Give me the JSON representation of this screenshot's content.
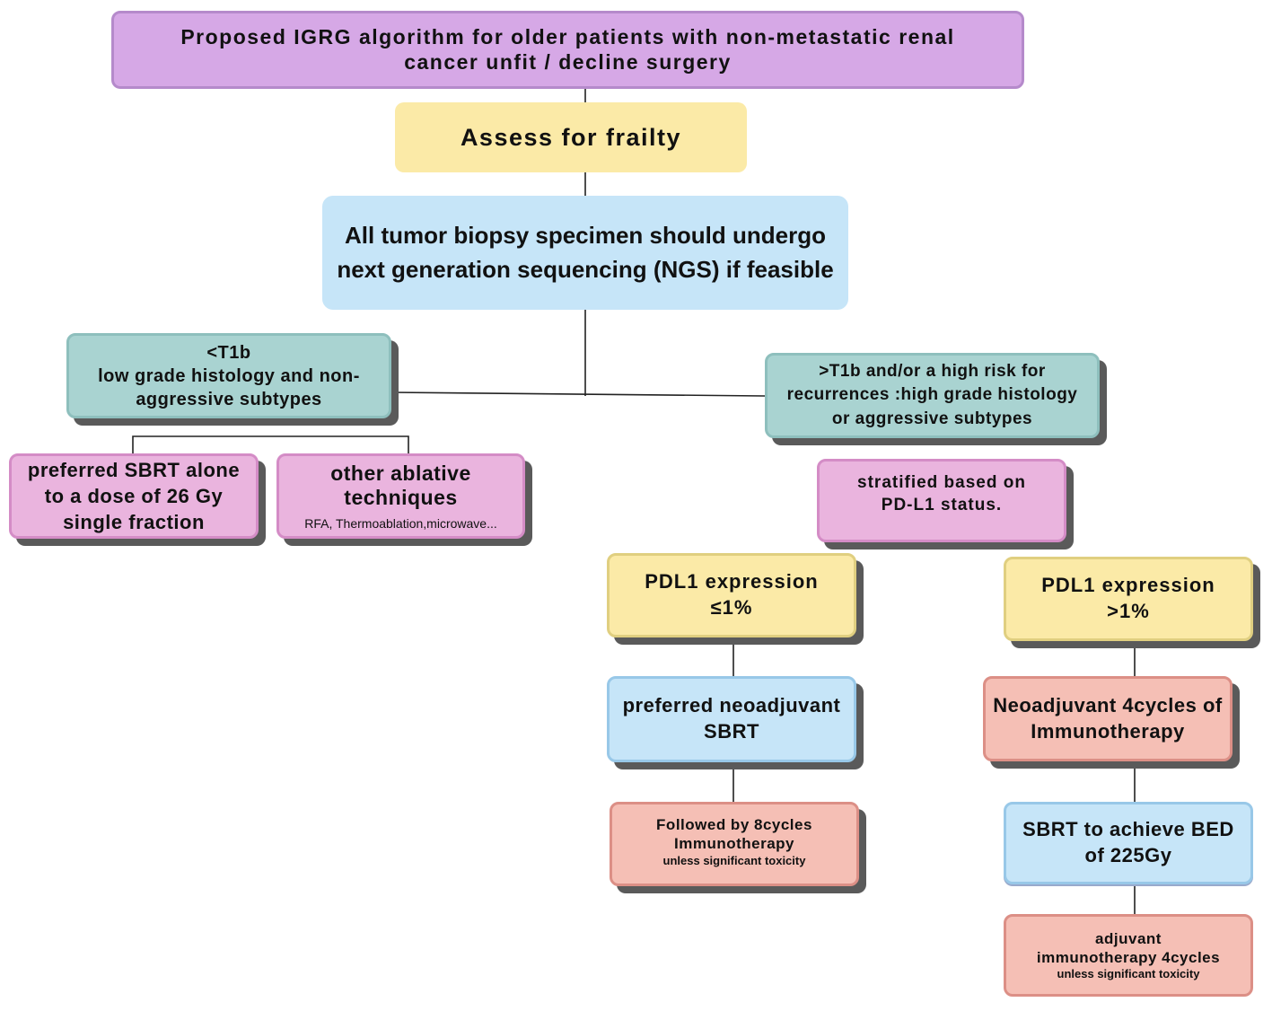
{
  "title": {
    "line1": "Proposed IGRG algorithm for older patients with non-metastatic renal",
    "line2": "cancer unfit / decline surgery"
  },
  "assess": "Assess for frailty",
  "ngs": "All tumor biopsy specimen should undergo next generation sequencing (NGS) if feasible",
  "left_branch": {
    "heading": "<T1b",
    "text": "low grade histology and non-aggressive subtypes",
    "sbrt": "preferred SBRT alone to a dose of 26 Gy single fraction",
    "ablative": "other ablative techniques",
    "ablative_examples": "RFA, Thermoablation,microwave..."
  },
  "right_branch": {
    "text": ">T1b and/or a high risk for recurrences :high grade histology or aggressive subtypes",
    "stratified": "stratified based on PD-L1 status.",
    "low": {
      "label": "PDL1 expression",
      "value": "≤1%",
      "step1": "preferred neoadjuvant SBRT",
      "step2_main": "Followed by 8cycles Immunotherapy",
      "step2_note": "unless significant toxicity"
    },
    "high": {
      "label": "PDL1 expression",
      "value": ">1%",
      "step1": "Neoadjuvant 4cycles of Immunotherapy",
      "step2": "SBRT to achieve BED of 225Gy",
      "step3_main": "adjuvant immunotherapy 4cycles",
      "step3_note": "unless significant toxicity"
    }
  },
  "colors": {
    "purple": "#d6a8e6",
    "yellow": "#fbeaa7",
    "blue": "#c6e5f8",
    "teal": "#a9d3d1",
    "pink": "#eab4de",
    "salmon": "#f5bfb5"
  }
}
